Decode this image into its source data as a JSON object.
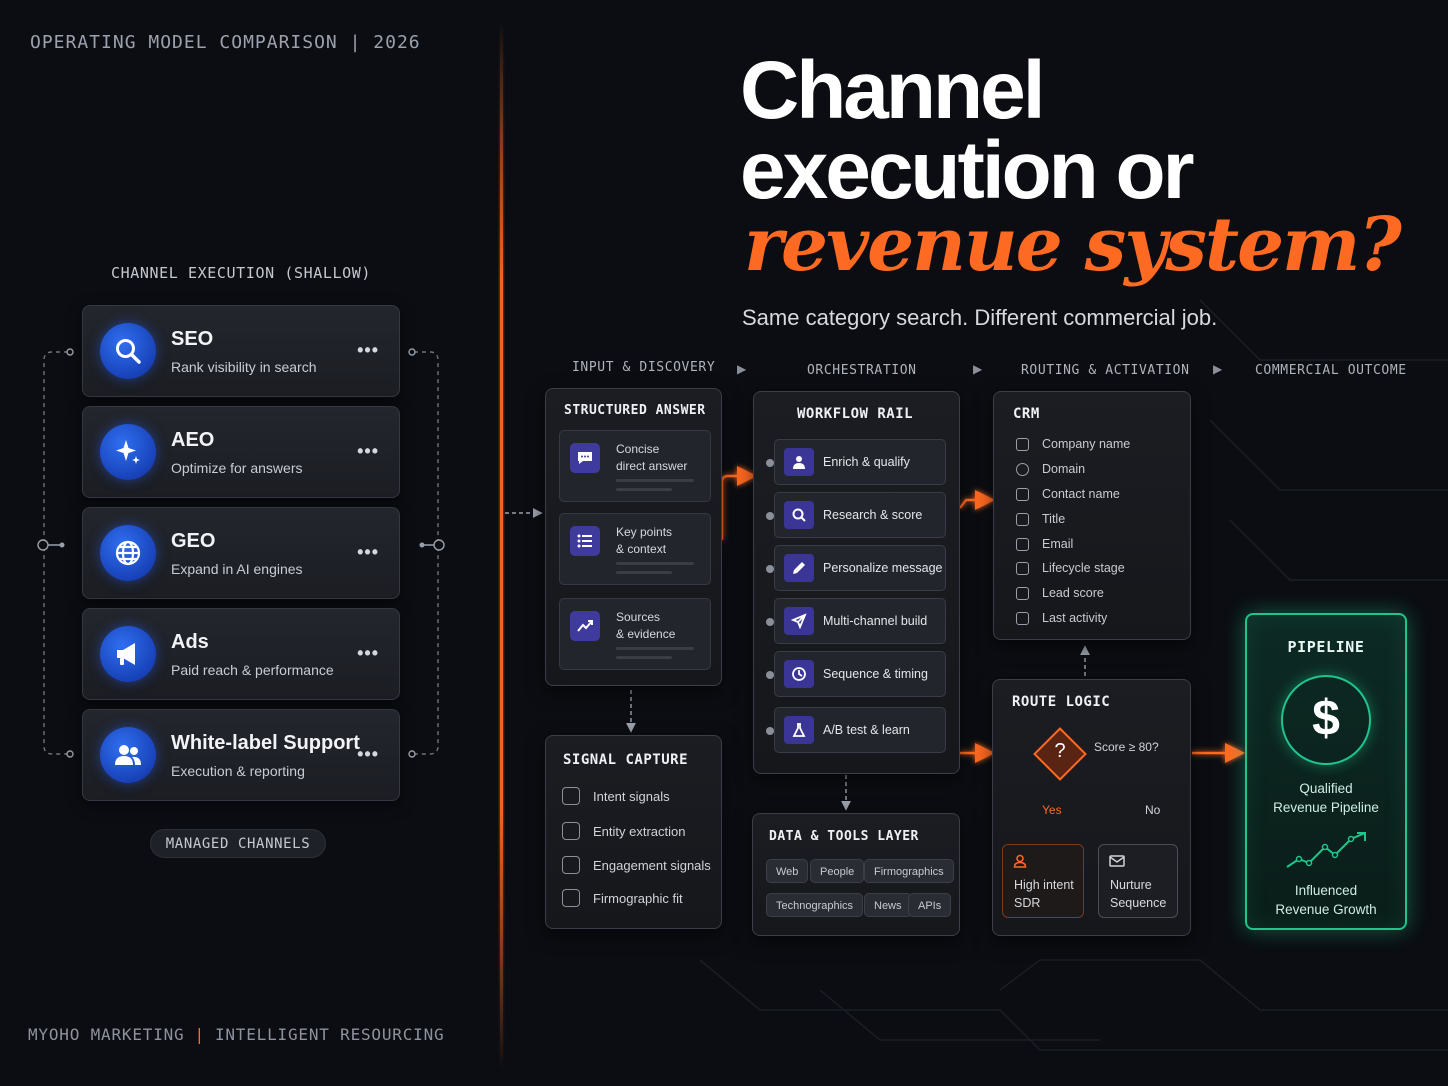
{
  "header": {
    "eyebrow": "OPERATING MODEL COMPARISON | 2026",
    "title_line1": "Channel",
    "title_line2": "execution or",
    "title_line3": "revenue system?",
    "tagline": "Same category search. Different commercial job."
  },
  "left": {
    "section_label": "CHANNEL EXECUTION (SHALLOW)",
    "channels": [
      {
        "title": "SEO",
        "subtitle": "Rank visibility in search",
        "icon": "search-icon"
      },
      {
        "title": "AEO",
        "subtitle": "Optimize for answers",
        "icon": "sparkle-icon"
      },
      {
        "title": "GEO",
        "subtitle": "Expand in AI engines",
        "icon": "globe-icon"
      },
      {
        "title": "Ads",
        "subtitle": "Paid reach & performance",
        "icon": "megaphone-icon"
      },
      {
        "title": "White-label Support",
        "subtitle": "Execution & reporting",
        "icon": "users-icon"
      }
    ],
    "more_glyph": "•••",
    "managed_label": "MANAGED CHANNELS"
  },
  "footer": {
    "brand": "MYOHO MARKETING",
    "divider": "|",
    "tagline": "INTELLIGENT RESOURCING"
  },
  "stages": [
    "INPUT & DISCOVERY",
    "ORCHESTRATION",
    "ROUTING & ACTIVATION",
    "COMMERCIAL OUTCOME"
  ],
  "structured_answer": {
    "title": "STRUCTURED ANSWER",
    "items": [
      {
        "line1": "Concise",
        "line2": "direct answer",
        "icon": "chat-bubble-icon"
      },
      {
        "line1": "Key points",
        "line2": "& context",
        "icon": "list-icon"
      },
      {
        "line1": "Sources",
        "line2": "& evidence",
        "icon": "trend-icon"
      }
    ]
  },
  "signal_capture": {
    "title": "SIGNAL CAPTURE",
    "items": [
      "Intent signals",
      "Entity extraction",
      "Engagement signals",
      "Firmographic fit"
    ]
  },
  "workflow": {
    "title": "WORKFLOW RAIL",
    "items": [
      {
        "label": "Enrich & qualify",
        "icon": "person-icon"
      },
      {
        "label": "Research & score",
        "icon": "search-icon"
      },
      {
        "label": "Personalize message",
        "icon": "pencil-icon"
      },
      {
        "label": "Multi-channel build",
        "icon": "send-icon"
      },
      {
        "label": "Sequence & timing",
        "icon": "clock-icon"
      },
      {
        "label": "A/B test & learn",
        "icon": "flask-icon"
      }
    ]
  },
  "data_tools": {
    "title": "DATA & TOOLS LAYER",
    "row1": [
      "Web",
      "People",
      "Firmographics"
    ],
    "row2": [
      "Technographics",
      "News",
      "APIs"
    ]
  },
  "crm": {
    "title": "CRM",
    "fields": [
      "Company name",
      "Domain",
      "Contact name",
      "Title",
      "Email",
      "Lifecycle stage",
      "Lead score",
      "Last activity"
    ]
  },
  "route_logic": {
    "title": "ROUTE LOGIC",
    "condition": "Score ≥ 80?",
    "decision_glyph": "?",
    "yes_label": "Yes",
    "no_label": "No",
    "yes_line1": "High intent",
    "yes_line2": "SDR",
    "no_line1": "Nurture",
    "no_line2": "Sequence"
  },
  "pipeline": {
    "title": "PIPELINE",
    "currency_glyph": "$",
    "line1": "Qualified",
    "line2": "Revenue Pipeline",
    "line3": "Influenced",
    "line4": "Revenue Growth"
  },
  "colors": {
    "accent_orange": "#ff6a22",
    "accent_green": "#1fc58b",
    "icon_blue": "#2a5fe0",
    "icon_purple": "#3f3a9e"
  }
}
